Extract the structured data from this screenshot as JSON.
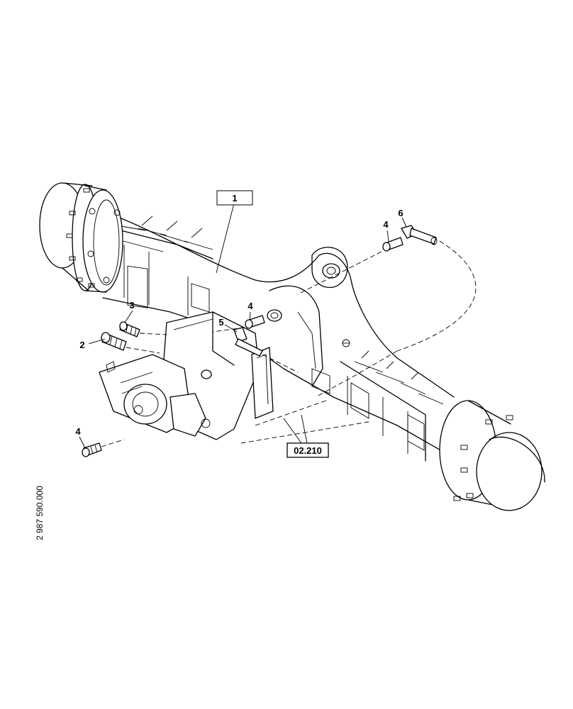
{
  "callouts": {
    "part_1": "1",
    "part_2": "2",
    "part_3": "3",
    "part_4_top": "4",
    "part_4_mid": "4",
    "part_4_low": "4",
    "part_5": "5",
    "part_6": "6",
    "ref_box": "02.210"
  },
  "drawing_code": "2 987 590.000",
  "colors": {
    "line": "#000000",
    "background": "#ffffff"
  }
}
